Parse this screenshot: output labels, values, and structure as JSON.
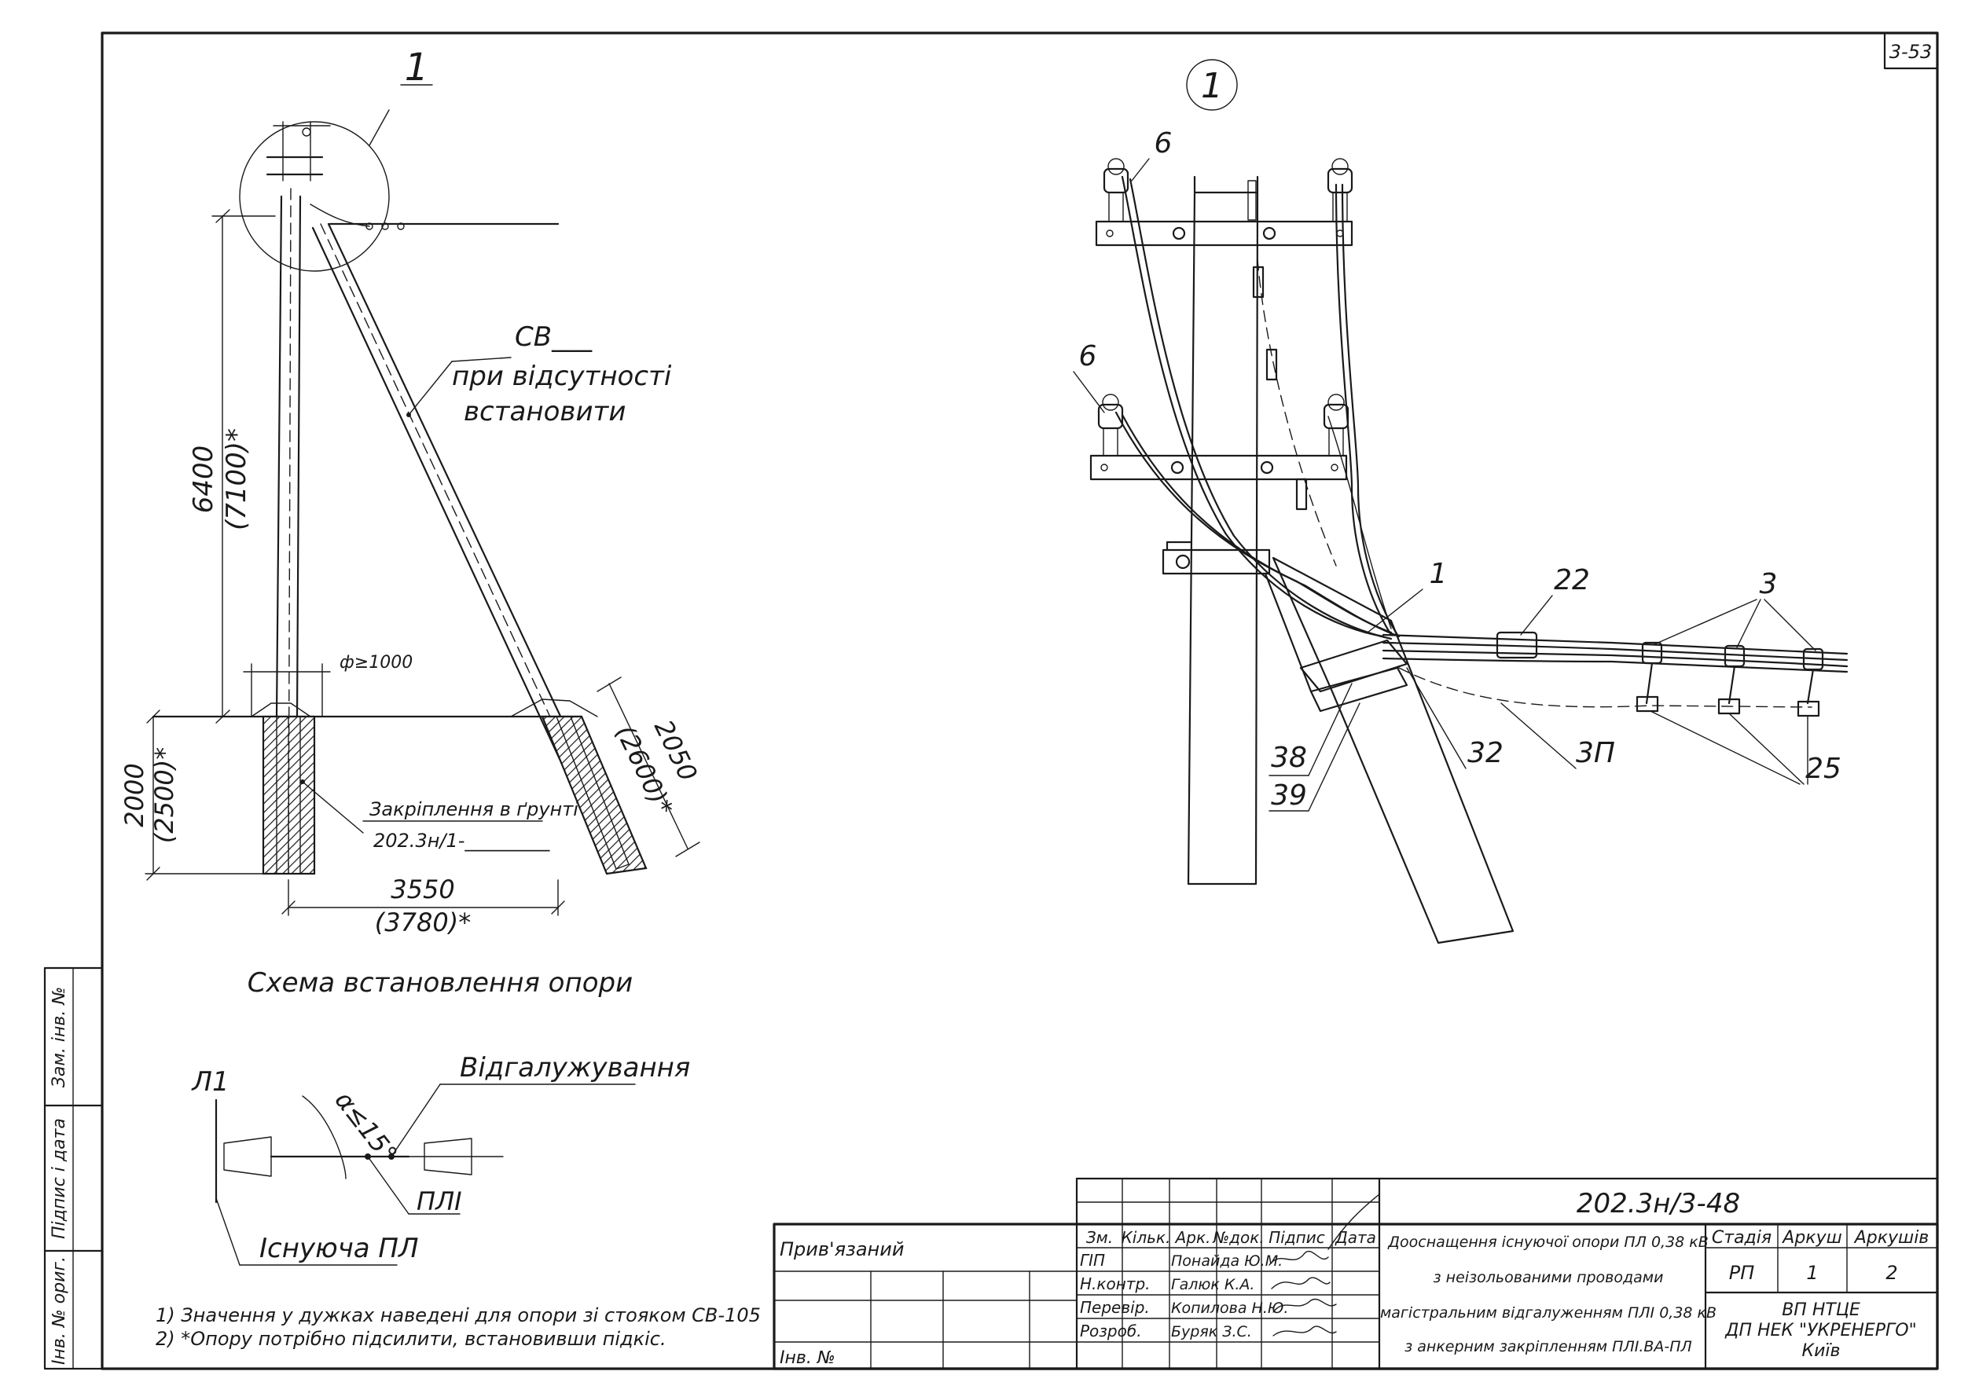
{
  "sheet_code": "3-53",
  "left": {
    "callout_number": "1",
    "strut_label": "СВ___",
    "strut_note_1": "при відсутності",
    "strut_note_2": "встановити",
    "dim_height": "6400",
    "dim_height_alt": "(7100)*",
    "dim_diameter": "ф≥1000",
    "dim_depth": "2000",
    "dim_depth_alt": "(2500)*",
    "dim_strut_depth": "2050",
    "dim_strut_depth_alt": "(2600)*",
    "dim_base": "3550",
    "dim_base_alt": "(3780)*",
    "fixing_label": "Закріплення в ґрунті",
    "fixing_ref": "202.3н/1-_________",
    "caption": "Схема встановлення опори"
  },
  "scheme": {
    "line_label": "Л1",
    "angle_label": "α≤15°",
    "branch_label": "Відгалужування",
    "pl_label": "ПЛІ",
    "existing_label": "Існуюча ПЛ"
  },
  "notes": [
    "1) Значення у дужках наведені для опори зі стояком СВ-105",
    "2) *Опору потрібно підсилити, встановивши підкіс."
  ],
  "detail": {
    "callout": "1",
    "labels": [
      "6",
      "6",
      "1",
      "22",
      "3",
      "38",
      "39",
      "32",
      "3П",
      "25"
    ]
  },
  "left_stamp": {
    "row1": "Зам. інв. №",
    "row2": "Підпис і дата",
    "row3": "Інв. № ориг."
  },
  "title_block": {
    "code": "202.3н/3-48",
    "attached_label": "Прив'язаний",
    "inv_label": "Інв. №",
    "headers": [
      "Зм.",
      "Кільк.",
      "Арк.",
      "№док.",
      "Підпис",
      "Дата"
    ],
    "people": [
      {
        "role": "ГІП",
        "name": "Понайда Ю.М."
      },
      {
        "role": "Н.контр.",
        "name": "Галюк К.А."
      },
      {
        "role": "Перевір.",
        "name": "Копилова Н.Ю."
      },
      {
        "role": "Розроб.",
        "name": "Буряк З.С."
      }
    ],
    "title_lines": [
      "Дооснащення існуючої опори ПЛ 0,38 кВ",
      "з неізольованими проводами",
      "магістральним відгалуженням ПЛІ 0,38 кВ",
      "з анкерним закріпленням ПЛІ.ВА-ПЛ"
    ],
    "stage_label": "Стадія",
    "sheet_label": "Аркуш",
    "sheets_label": "Аркушів",
    "stage": "РП",
    "sheet": "1",
    "sheets": "2",
    "org_1": "ВП НТЦЕ",
    "org_2": "ДП НЕК \"УКРЕНЕРГО\"",
    "org_3": "Київ"
  }
}
